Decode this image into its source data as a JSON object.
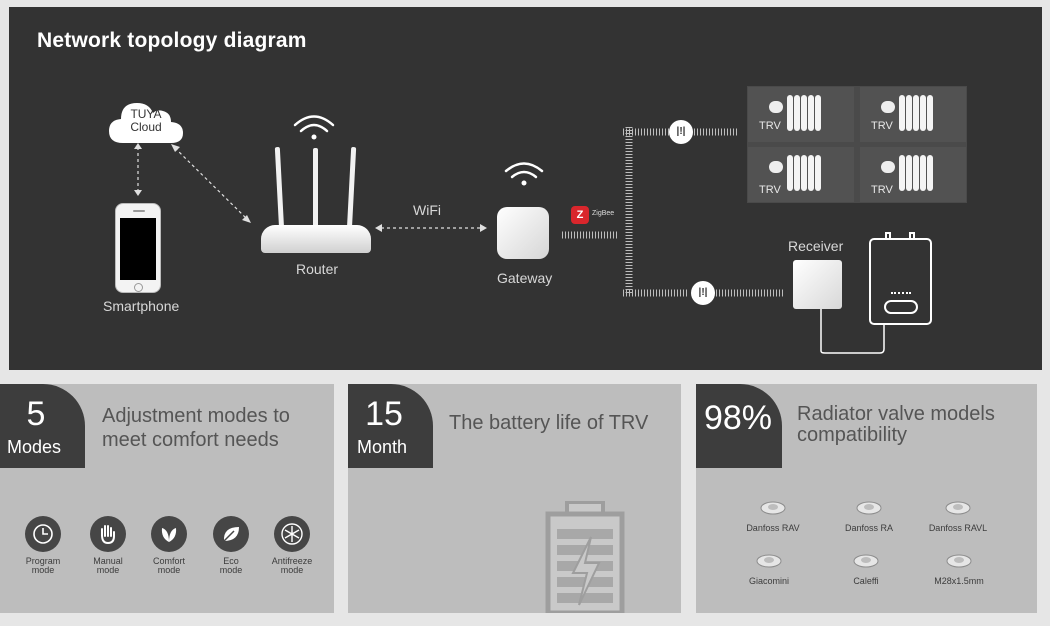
{
  "diagram": {
    "title": "Network topology diagram",
    "cloud_label": "TUYA\nCloud",
    "cloud_line1": "TUYA",
    "cloud_line2": "Cloud",
    "smartphone_label": "Smartphone",
    "router_label": "Router",
    "wifi_label": "WiFi",
    "gateway_label": "Gateway",
    "zigbee_label": "ZigBee",
    "trv_label": "TRV",
    "receiver_label": "Receiver"
  },
  "cards": [
    {
      "badge_num": "5",
      "badge_sub": "Modes",
      "title_line1": "Adjustment modes to",
      "title_line2": "meet comfort needs",
      "modes": [
        {
          "line1": "Program",
          "line2": "mode",
          "icon": "clock-icon"
        },
        {
          "line1": "Manual",
          "line2": "mode",
          "icon": "hand-icon"
        },
        {
          "line1": "Comfort",
          "line2": "mode",
          "icon": "leaves-icon"
        },
        {
          "line1": "Eco",
          "line2": "mode",
          "icon": "leaf-icon"
        },
        {
          "line1": "Antifreeze",
          "line2": "mode",
          "icon": "snowflake-icon"
        }
      ]
    },
    {
      "badge_num": "15",
      "badge_sub": "Month",
      "title_line1": "The battery life of TRV",
      "icon": "battery-icon"
    },
    {
      "badge_num": "98%",
      "badge_sub": "",
      "title_line1": "Radiator valve models",
      "title_line2": "compatibility",
      "valves": [
        "Danfoss RAV",
        "Danfoss RA",
        "Danfoss RAVL",
        "Giacomini",
        "Caleffi",
        "M28x1.5mm"
      ]
    }
  ],
  "colors": {
    "diagram_bg": "#333333",
    "card_bg": "#bdbdbd",
    "badge_bg": "#3d3d3d",
    "zigbee_red": "#d9262c"
  }
}
